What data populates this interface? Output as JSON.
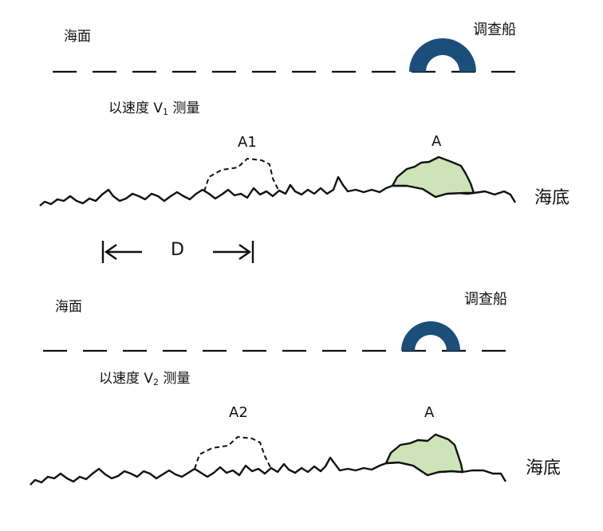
{
  "panel1": {
    "sea_surface": "海面",
    "ship": "调查船",
    "speed_prefix": "以速度 V",
    "speed_sub": "1",
    "speed_suffix": " 测量",
    "ghost_label": "A1",
    "true_label": "A",
    "seabed": "海底"
  },
  "distance_label": "D",
  "panel2": {
    "sea_surface": "海面",
    "ship": "调查船",
    "speed_prefix": "以速度 V",
    "speed_sub": "2",
    "speed_suffix": " 测量",
    "ghost_label": "A2",
    "true_label": "A",
    "seabed": "海底"
  },
  "colors": {
    "ship": "#1b4f7a",
    "mound_fill": "#cfe3b8",
    "line": "#111111"
  }
}
